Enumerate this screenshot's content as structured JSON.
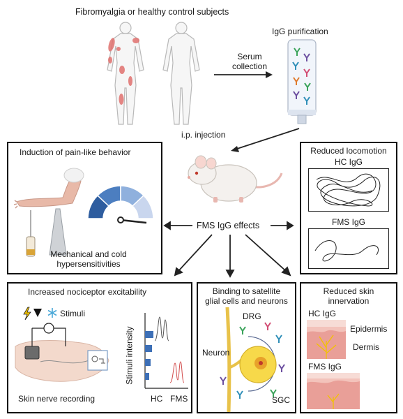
{
  "top": {
    "subjects_label": "Fibromyalgia or healthy control subjects",
    "serum_label": "Serum\ncollection",
    "igg_label": "IgG purification",
    "injection_label": "i.p. injection"
  },
  "center": {
    "effects_label": "FMS IgG effects"
  },
  "panel_pain": {
    "title": "Induction of pain-like behavior",
    "caption": "Mechanical and cold\nhypersensitivities"
  },
  "panel_locomotion": {
    "title": "Reduced locomotion",
    "hc_label": "HC IgG",
    "fms_label": "FMS IgG"
  },
  "panel_excitability": {
    "title": "Increased nociceptor excitability",
    "stimuli_label": "Stimuli",
    "recording_label": "Skin nerve recording",
    "chart_ylabel": "Stimuli intensity",
    "hc_tick": "HC",
    "fms_tick": "FMS"
  },
  "panel_binding": {
    "title": "Binding to satellite\nglial cells and neurons",
    "drg_label": "DRG",
    "neuron_label": "Neuron",
    "sgc_label": "SGC"
  },
  "panel_skin": {
    "title": "Reduced skin\ninnervation",
    "hc_label": "HC IgG",
    "epidermis_label": "Epidermis",
    "dermis_label": "Dermis",
    "fms_label": "FMS IgG"
  },
  "colors": {
    "pain_red": "#e0716e",
    "gauge_dark": "#3a6db0",
    "gauge_light": "#c9d6ee",
    "skin_pink": "#f2b6b0",
    "igg_colors": [
      "#6c4fa0",
      "#2f8fb8",
      "#3aa35a",
      "#e07b2e",
      "#d24c73"
    ]
  }
}
